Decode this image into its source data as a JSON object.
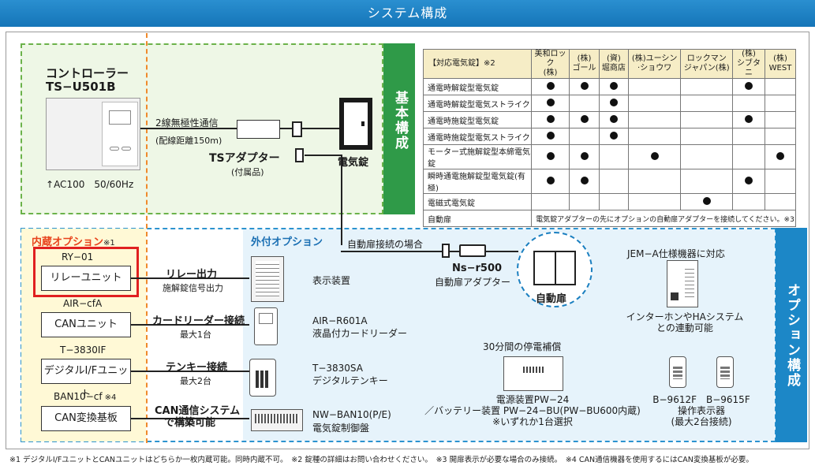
{
  "header": {
    "title": "システム構成"
  },
  "basic": {
    "band_label": "基本構成",
    "controller_title": "コントローラー",
    "controller_model": "TS−U501B",
    "power_label": "AC100　50/60Hz",
    "comm_label": "2線無極性通信",
    "comm_distance": "(配線距離150m)",
    "adapter_label": "TSアダプター",
    "adapter_note": "(付属品)",
    "lock_label": "電気錠"
  },
  "lock_table": {
    "header_label": "【対応電気錠】※2",
    "columns": [
      {
        "line1": "美和ロック",
        "line2": "(株)"
      },
      {
        "line1": "(株)",
        "line2": "ゴール"
      },
      {
        "line1": "(資)",
        "line2": "堀商店"
      },
      {
        "line1": "(株)ユーシン",
        "line2": "·ショウワ"
      },
      {
        "line1": "ロックマン",
        "line2": "ジャパン(株)"
      },
      {
        "line1": "(株)",
        "line2": "シブタニ"
      },
      {
        "line1": "(株)",
        "line2": "WEST"
      }
    ],
    "rows": [
      {
        "name": "通電時解錠型電気錠",
        "marks": [
          true,
          true,
          true,
          false,
          false,
          true,
          false
        ]
      },
      {
        "name": "通電時解錠型電気ストライク",
        "marks": [
          true,
          false,
          true,
          false,
          false,
          false,
          false
        ]
      },
      {
        "name": "通電時施錠型電気錠",
        "marks": [
          true,
          true,
          true,
          false,
          false,
          true,
          false
        ]
      },
      {
        "name": "通電時施錠型電気ストライク",
        "marks": [
          true,
          false,
          true,
          false,
          false,
          false,
          false
        ]
      },
      {
        "name": "モーター式施解錠型本締電気錠",
        "marks": [
          true,
          true,
          false,
          true,
          false,
          false,
          true
        ]
      },
      {
        "name": "瞬時通電施解錠型電気錠(有極)",
        "marks": [
          true,
          true,
          false,
          false,
          false,
          true,
          false
        ]
      },
      {
        "name": "電磁式電気錠",
        "marks": [
          false,
          false,
          false,
          false,
          true,
          false,
          false
        ]
      }
    ],
    "auto_door_row": {
      "name": "自動扉",
      "note": "電気錠アダプターの先にオプションの自動扉アダプターを接続してください。※3"
    }
  },
  "options": {
    "band_label": "オプション構成",
    "builtin_title": "内蔵オプション",
    "builtin_note": "※1",
    "external_title": "外付オプション",
    "auto_door_connection": "自動扉接続の場合",
    "ns_model": "Ns−r500",
    "ns_name": "自動扉アダプター",
    "auto_door_label": "自動扉",
    "jem_label": "JEM−A仕様機器に対応",
    "intercom_line1": "インターホンやHAシステム",
    "intercom_line2": "との連動可能",
    "power_outage": "30分間の停電補償",
    "power_unit_line1": "電源装置PW−24",
    "power_unit_line2": "／バッテリー装置 PW−24−BU(PW−BU600内蔵)",
    "power_unit_line3": "※いずれか1台選択",
    "panel_models": "B−9612F　B−9615F",
    "panel_name": "操作表示器",
    "panel_note": "(最大2台接続)",
    "units": [
      {
        "model": "RY−01",
        "name": "リレーユニット",
        "conn": "リレー出力",
        "conn_sub": "施解錠信号出力",
        "device": "表示装置",
        "device2": ""
      },
      {
        "model": "AIR−cfA",
        "name": "CANユニット",
        "conn": "カードリーダー接続",
        "conn_sub": "最大1台",
        "device": "AIR−R601A",
        "device2": "液晶付カードリーダー"
      },
      {
        "model": "T−3830IF",
        "name": "デジタルI/Fユニット",
        "conn": "テンキー接続",
        "conn_sub": "最大2台",
        "device": "T−3830SA",
        "device2": "デジタルテンキー"
      },
      {
        "model": "BAN10−cf",
        "model_note": "※4",
        "name": "CAN変換基板",
        "conn": "CAN通信システム",
        "conn_sub": "で構築可能",
        "device": "NW−BAN10(P/E)",
        "device2": "電気錠制御盤"
      }
    ]
  },
  "footnote": "※1 デジタルI/FユニットとCANユニットはどちらか一枚内蔵可能。同時内蔵不可。　※2 錠種の詳細はお問い合わせください。　※3 開扉表示が必要な場合のみ接続。　※4 CAN通信機器を使用するにはCAN変換基板が必要。"
}
